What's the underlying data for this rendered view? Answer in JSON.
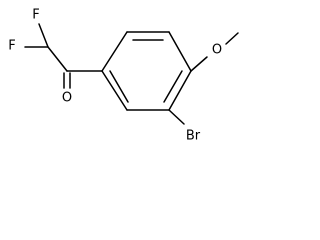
{
  "molecule": {
    "atoms": {
      "f_top": "F",
      "f_left": "F",
      "o_carbonyl": "O",
      "o_methoxy": "O",
      "br": "Br"
    }
  }
}
